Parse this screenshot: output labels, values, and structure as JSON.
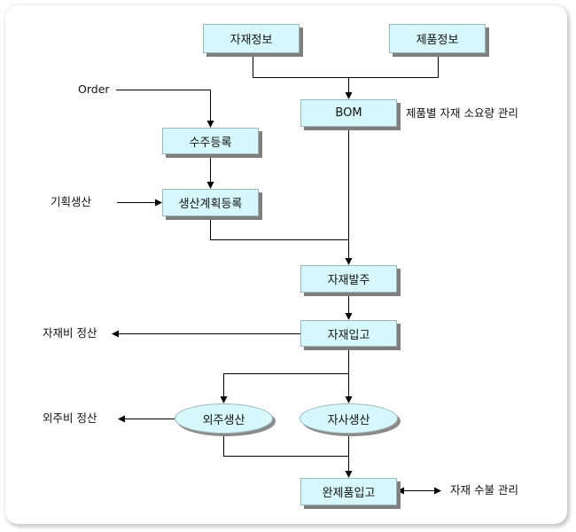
{
  "diagram": {
    "title": "자재 관리 업무 흐름",
    "colors": {
      "box_fill": "#d6f7fb",
      "box_border": "#9fb4b8",
      "shadow": "#7f7f7f",
      "line": "#000000"
    },
    "nodes": {
      "material_info": "자재정보",
      "product_info": "제품정보",
      "bom": "BOM",
      "order_registration": "수주등록",
      "production_plan_registration": "생산계획등록",
      "material_order": "자재발주",
      "material_receipt": "자재입고",
      "outsourced_production": "외주생산",
      "in_house_production": "자사생산",
      "finished_goods_receipt": "완제품입고"
    },
    "annotations": {
      "bom_note": "제품별 자재 소요량 관리",
      "order_input": "Order",
      "planned_production": "기획생산",
      "material_cost_settlement": "자재비 정산",
      "outsourcing_cost_settlement": "외주비 정산",
      "material_inout_management": "자재 수불 관리"
    },
    "edges": [
      {
        "from": "자재정보",
        "to": "BOM"
      },
      {
        "from": "제품정보",
        "to": "BOM"
      },
      {
        "from": "Order",
        "to": "수주등록"
      },
      {
        "from": "수주등록",
        "to": "생산계획등록"
      },
      {
        "from": "기획생산",
        "to": "생산계획등록"
      },
      {
        "from": "생산계획등록",
        "to": "자재발주"
      },
      {
        "from": "BOM",
        "to": "자재발주"
      },
      {
        "from": "자재발주",
        "to": "자재입고"
      },
      {
        "from": "자재입고",
        "to": "자재비 정산"
      },
      {
        "from": "자재입고",
        "to": "외주생산"
      },
      {
        "from": "자재입고",
        "to": "자사생산"
      },
      {
        "from": "외주생산",
        "to": "외주비 정산"
      },
      {
        "from": "외주생산",
        "to": "완제품입고"
      },
      {
        "from": "자사생산",
        "to": "완제품입고"
      },
      {
        "from": "완제품입고",
        "to": "자재 수불 관리",
        "bidirectional": true
      }
    ]
  }
}
